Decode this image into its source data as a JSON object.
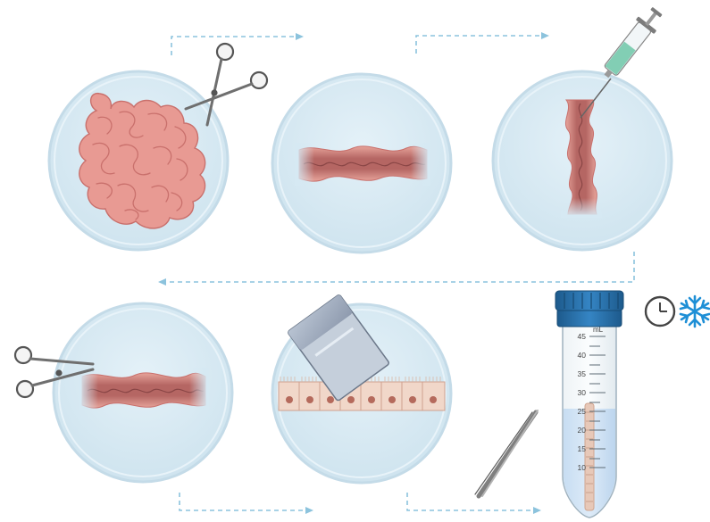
{
  "protocol": {
    "steps": [
      {
        "id": "excise-intestine",
        "icon": "scissors-icon"
      },
      {
        "id": "intestine-segment",
        "icon": "intestine-segment"
      },
      {
        "id": "flush-lumen",
        "icon": "syringe-icon"
      },
      {
        "id": "open-segment",
        "icon": "scissors-icon"
      },
      {
        "id": "scrape-epithelium",
        "icon": "glass-slide-icon"
      },
      {
        "id": "collect-in-tube",
        "icon": "conical-tube-icon"
      }
    ],
    "storage_icons": [
      "clock-icon",
      "snowflake-icon"
    ],
    "colors": {
      "dish": "#d6e9f3",
      "dish_rim": "#c4dbe8",
      "tissue": "#e89a93",
      "tissue_dark": "#a4595a",
      "arrow": "#8cc3dd",
      "tube_cap": "#2a6fa8",
      "snowflake": "#1e8fd6"
    }
  },
  "tube": {
    "unit_label": "mL",
    "scale_labels": [
      "45",
      "40",
      "35",
      "30",
      "25",
      "20",
      "15",
      "10"
    ]
  }
}
